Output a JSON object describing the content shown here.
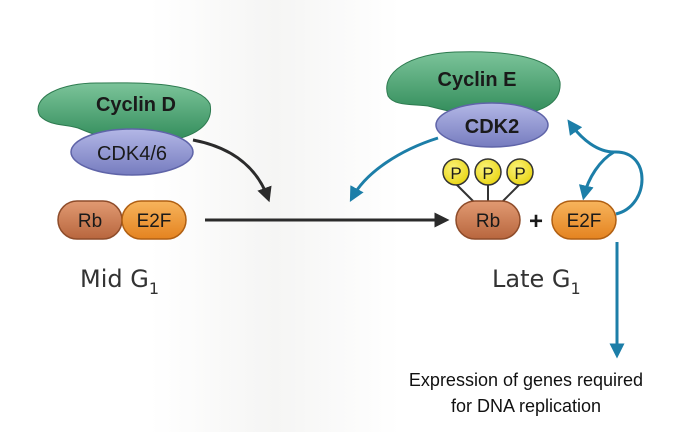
{
  "proteins": {
    "cyclin_d": "Cyclin D",
    "cdk46": "CDK4/6",
    "cyclin_e": "Cyclin E",
    "cdk2": "CDK2",
    "rb": "Rb",
    "e2f": "E2F",
    "phosphate": "P"
  },
  "stages": {
    "mid_prefix": "Mid G",
    "late_prefix": "Late G",
    "subscript": "1"
  },
  "operator_plus": "+",
  "caption": {
    "line1": "Expression of genes required",
    "line2": "for DNA replication"
  },
  "colors": {
    "cyclin_green": "#3f9a66",
    "cdk_lavender": "#8a8fcc",
    "rb_orange": "#c8744a",
    "e2f_orange": "#ef8f2a",
    "phosphate_yellow": "#f2e31c",
    "arrow_black": "#2b2b2b",
    "arrow_teal": "#1c7ea8"
  }
}
